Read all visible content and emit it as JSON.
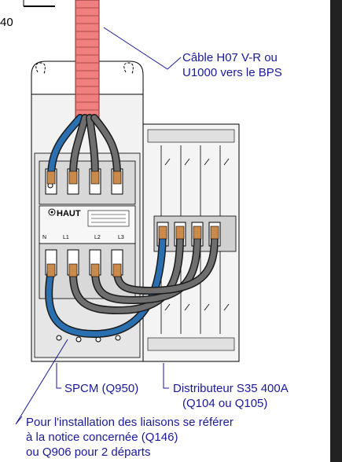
{
  "figure_number": "40",
  "cable_label": {
    "line1": "Câble H07 V-R ou",
    "line2": "U1000 vers le BPS"
  },
  "spcm_label": "SPCM (Q950)",
  "distributor_label": {
    "line1": "Distributeur S35 400A",
    "line2": "(Q104 ou Q105)"
  },
  "note_label": {
    "line1": "Pour l'installation des liaisons se référer",
    "line2": "à la notice concernée (Q146)",
    "line3": "ou Q906 pour 2 départs"
  },
  "module_marking": "HAUT",
  "terminal_marks": [
    "N",
    "L1",
    "L2",
    "L3"
  ],
  "colors": {
    "annotation_text": "#1a1a99",
    "leader_line": "#1a1a99",
    "cable_sheath": "#f08080",
    "wire_blue": "#2a6fb0",
    "wire_gray": "#6e6e6e",
    "copper": "#c98a4a",
    "right_bar": "#202020"
  }
}
